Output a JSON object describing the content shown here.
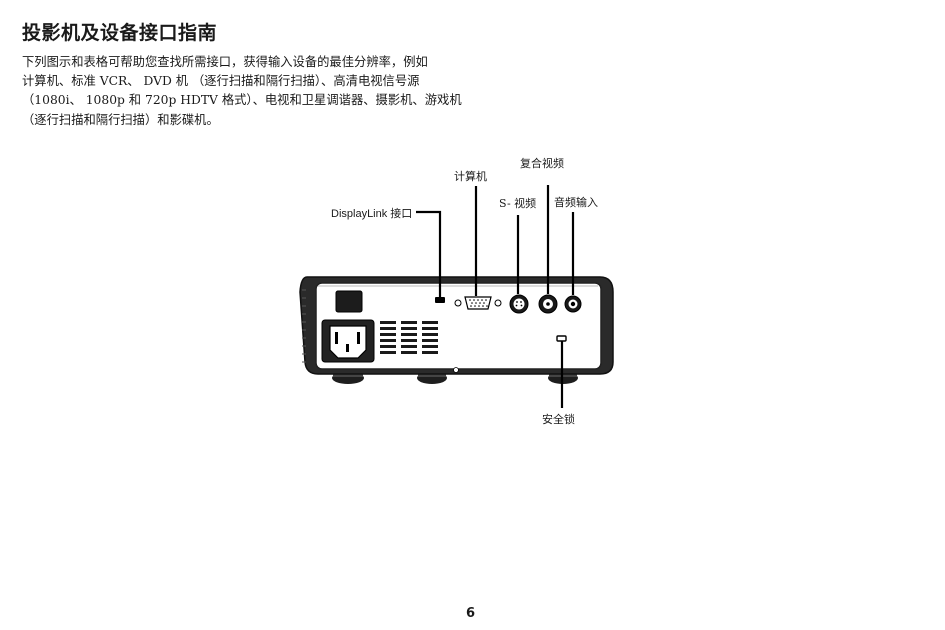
{
  "heading": "投影机及设备接口指南",
  "intro_lines": [
    "下列图示和表格可帮助您查找所需接口，获得输入设备的最佳分辨率，例如",
    "计算机、标准 VCR、 DVD 机 （逐行扫描和隔行扫描）、高清电视信号源",
    "（1080i、 1080p 和 720p HDTV 格式）、电视和卫星调谐器、摄影机、游戏机",
    "（逐行扫描和隔行扫描）和影碟机。"
  ],
  "connector_labels": {
    "composite_video": "复合视频",
    "computer": "计算机",
    "s_video": "S- 视频",
    "audio_in": "音频输入",
    "displaylink": "DisplayLink 接口",
    "security_lock": "安全锁"
  },
  "page_number": "6"
}
